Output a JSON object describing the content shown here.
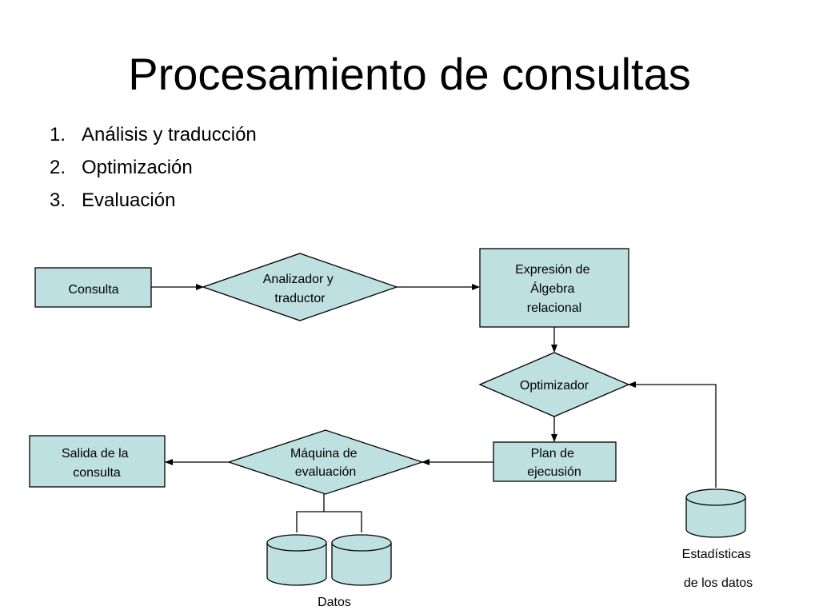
{
  "title": "Procesamiento de consultas",
  "steps": [
    {
      "num": "1.",
      "text": "Análisis y traducción"
    },
    {
      "num": "2.",
      "text": "Optimización"
    },
    {
      "num": "3.",
      "text": "Evaluación"
    }
  ],
  "diagram": {
    "consulta": [
      "Consulta"
    ],
    "analizador": [
      "Analizador y",
      "traductor"
    ],
    "expresion": [
      "Expresión de",
      "Álgebra",
      "relacional"
    ],
    "optimizador": [
      "Optimizador"
    ],
    "plan": [
      "Plan de",
      "ejecusión"
    ],
    "maquina": [
      "Máquina de",
      "evaluación"
    ],
    "salida": [
      "Salida de la",
      "consulta"
    ],
    "datos": [
      "Datos"
    ],
    "estadisticas": [
      "Estadísticas",
      "de los datos"
    ]
  },
  "colors": {
    "shape_fill": "#bfe0e0",
    "stroke": "#000000"
  }
}
